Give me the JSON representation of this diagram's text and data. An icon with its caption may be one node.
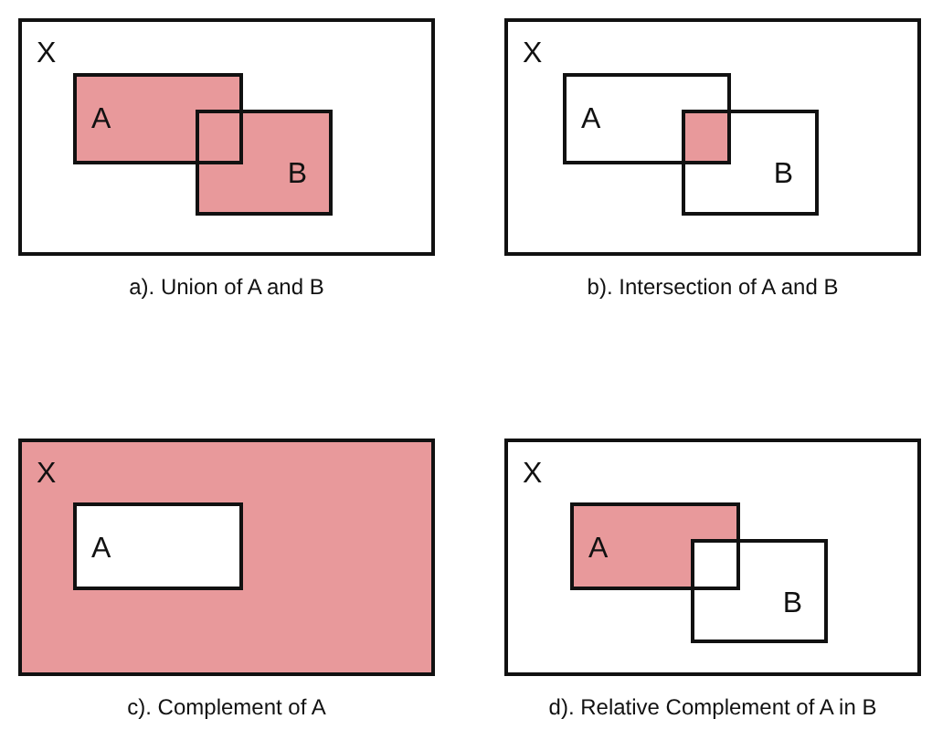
{
  "diagram": {
    "nodes": [
      {
        "text": [
          "X"
        ]
      },
      {
        "text": [
          "A"
        ],
        "in": 0
      },
      {
        "text": [
          "B"
        ],
        "in": 0
      },
      {
        "text": [
          "X"
        ]
      },
      {
        "text": [
          "A"
        ],
        "in": 3
      },
      {
        "text": [
          "B"
        ],
        "in": 3
      },
      {
        "text": [
          "X"
        ]
      },
      {
        "text": [
          "A"
        ],
        "in": 6
      },
      {
        "text": [
          "X"
        ]
      },
      {
        "text": [
          "A"
        ],
        "in": 8
      },
      {
        "text": [
          "B"
        ],
        "in": 8
      }
    ],
    "edges": [],
    "labels": [
      "a). Union of A and B",
      "b). Intersection of A and B",
      "c). Complement of A",
      "d). Relative Complement of A in B"
    ]
  }
}
